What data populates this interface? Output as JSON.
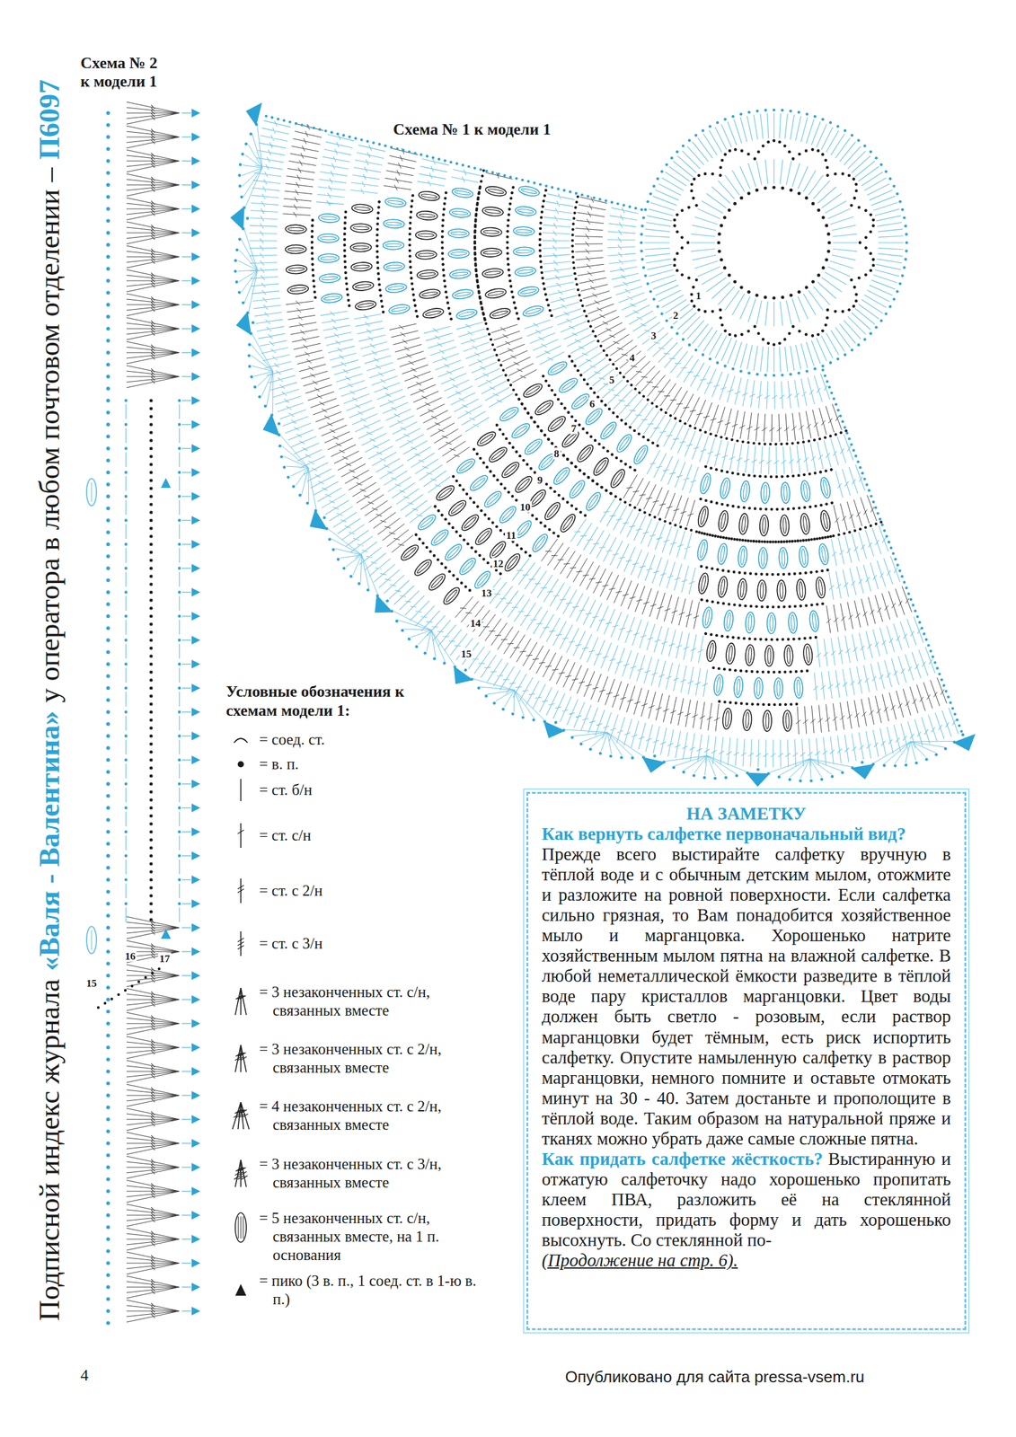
{
  "diagram": {
    "nodes": [
      {
        "text": [
          "НА ЗАМЕТКУ",
          "Как вернуть салфетке первоначальный вид?",
          "Прежде всего выстирайте салфетку вручную в тёплой воде и с обычным детским мылом, отожмите и разложите на ровной поверхности. Если салфетка сильно грязная, то Вам понадобится хозяйственное мыло и марганцовка. Хорошенько натрите хозяйственным мылом пятна на влажной салфетке. В любой неметаллической ёмкости разведите в тёплой воде пару кристаллов марганцовки. Цвет воды должен быть светло - розовым, если раствор марганцовки будет тёмным, есть риск испортить салфетку. Опустите намыленную салфетку в раствор марганцовки, немного помните и оставьте отмокать минут на 30 - 40. Затем достаньте и прополощите в тёплой воде. Таким образом на натуральной пряже и тканях можно убрать даже самые сложные пятна.",
          "Как придать салфетке жёсткость?",
          "Выстиранную и отжатую салфеточку надо хорошенько пропитать клеем ПВА, разложить её на стеклянной поверхности, придать форму и дать хорошенько высохнуть. Со стеклянной по-",
          "(Продолжение на стр. 6)."
        ]
      }
    ],
    "labels": [
      "Подписной индекс журнала",
      "«Валя - Валентина»",
      "у оператора в любом почтовом отделении –",
      "П6097",
      "Схема № 2 к модели 1",
      "Схема № 1 к модели 1",
      "1",
      "2",
      "3",
      "4",
      "5",
      "6",
      "7",
      "8",
      "9",
      "10",
      "11",
      "12",
      "13",
      "14",
      "15",
      "15",
      "16",
      "17",
      "Условные обозначения к схемам модели 1:",
      "4",
      "Опубликовано для сайта pressa-vsem.ru"
    ],
    "legend": [
      {
        "text": "= соед. ст."
      },
      {
        "text": "= в. п."
      },
      {
        "text": "= ст. б/н"
      },
      {
        "text": "= ст. с/н"
      },
      {
        "text": "= ст. с 2/н"
      },
      {
        "text": "= ст. с 3/н"
      },
      {
        "text": "= 3 незаконченных ст. с/н, связанных вместе"
      },
      {
        "text": "= 3 незаконченных ст. с 2/н, связанных вместе"
      },
      {
        "text": "= 4 незаконченных ст. с 2/н, связанных вместе"
      },
      {
        "text": "= 3 незаконченных ст. с 3/н, связанных вместе"
      },
      {
        "text": "= 5 незаконченных ст. с/н, связанных вместе, на 1 п. основания"
      },
      {
        "text": "= пико (3 в. п., 1 соед. ст. в 1-ю в. п.)"
      }
    ]
  }
}
